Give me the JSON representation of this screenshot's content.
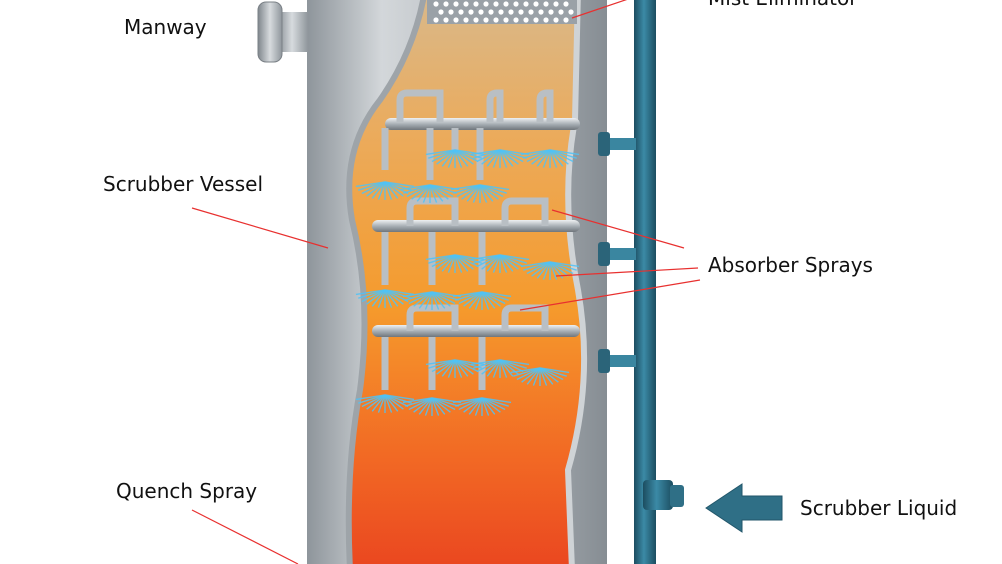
{
  "labels": {
    "manway": "Manway",
    "mist_eliminator": "Mist Eliminator",
    "scrubber_vessel": "Scrubber Vessel",
    "absorber_sprays": "Absorber Sprays",
    "quench_spray": "Quench Spray",
    "scrubber_liquid": "Scrubber Liquid"
  },
  "colors": {
    "pointer_line": "#e8302f",
    "liquid_pipe": "#2f6f86",
    "spray": "#4fc3f7",
    "vessel_steel": "#b9bec3",
    "gas_top": "#d9b98a",
    "gas_bottom": "#ef4a22"
  }
}
